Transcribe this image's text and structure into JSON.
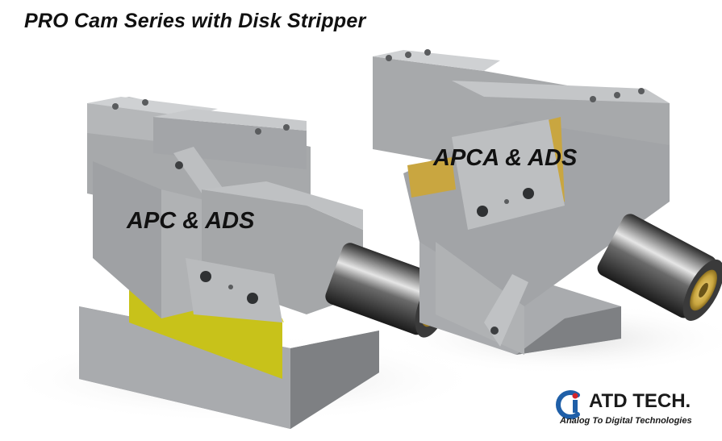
{
  "title": "PRO Cam Series with Disk Stripper",
  "labels": {
    "left_unit": "APC & ADS",
    "right_unit": "APCA & ADS"
  },
  "logo": {
    "name": "ATD TECH.",
    "tagline": "Analog To Digital Technologies"
  },
  "colors": {
    "steel": "#a7a9ab",
    "steel_dark": "#7b7d80",
    "brass": "#c9a640",
    "yellow_plate": "#c8c21a",
    "logo_red": "#d2232a",
    "logo_blue": "#1f5fa8"
  }
}
